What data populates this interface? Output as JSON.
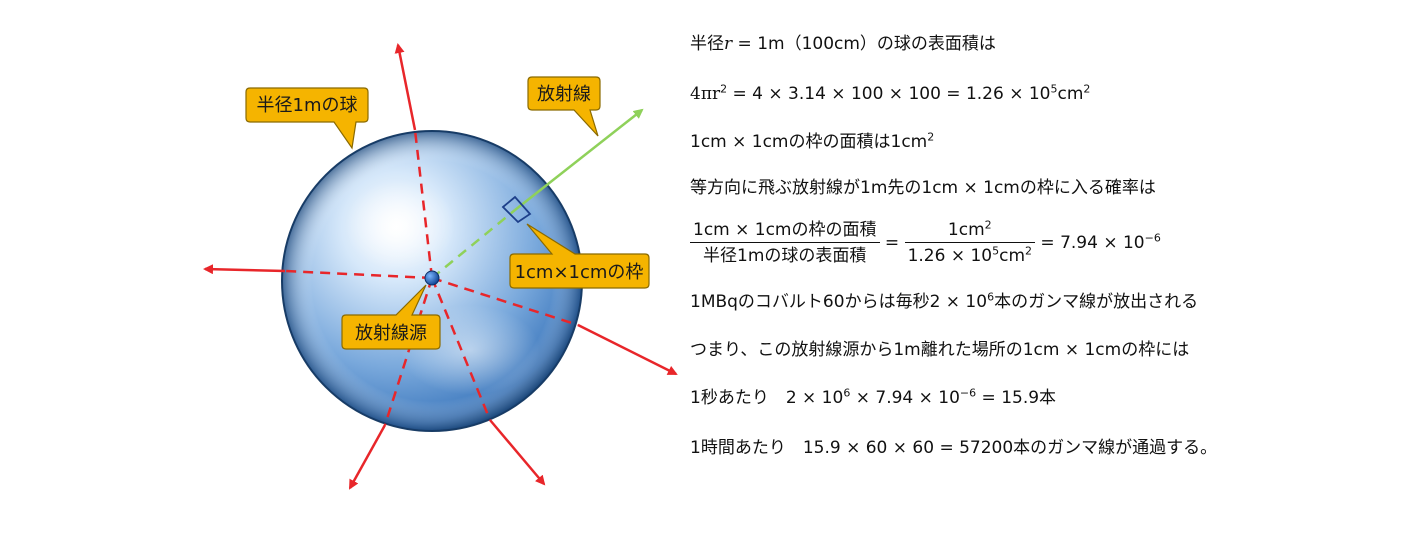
{
  "callouts": {
    "sphere": "半径1mの球",
    "radiation": "放射線",
    "frame": "1cm×1cmの枠",
    "source": "放射線源"
  },
  "colors": {
    "callout_fill": "#f5b400",
    "callout_stroke": "#8a6a00",
    "ray_red": "#e8262a",
    "ray_green": "#8fd15a",
    "sphere_light": "#e6f1fc",
    "sphere_dark": "#1f5fa3"
  },
  "explanation": {
    "l1_a": "半径",
    "l1_r": "r",
    "l1_b": " = 1m（100cm）の球の表面積は",
    "l2_a": "4πr",
    "l2_sup1": "2",
    "l2_b": " = 4 × 3.14 × 100 × 100 = 1.26 × 10",
    "l2_sup2": "5",
    "l2_c": "cm",
    "l2_sup3": "2",
    "l3_a": "1cm × 1cmの枠の面積は1cm",
    "l3_sup": "2",
    "l4": "等方向に飛ぶ放射線が1m先の1cm × 1cmの枠に入る確率は",
    "l5_num1": "1cm × 1cmの枠の面積",
    "l5_den1": "半径1mの球の表面積",
    "l5_eq1": " = ",
    "l5_num2_a": "1cm",
    "l5_num2_sup": "2",
    "l5_den2_a": "1.26 × 10",
    "l5_den2_sup": "5",
    "l5_den2_b": "cm",
    "l5_den2_sup2": "2",
    "l5_eq2": " = 7.94 × 10",
    "l5_sup": "−6",
    "l6_a": "1MBqのコバルト60からは毎秒2 × 10",
    "l6_sup": "6",
    "l6_b": "本のガンマ線が放出される",
    "l7": "つまり、この放射線源から1m離れた場所の1cm × 1cmの枠には",
    "l8_a": "1秒あたり　2 × 10",
    "l8_sup1": "6",
    "l8_b": " × 7.94 × 10",
    "l8_sup2": "−6",
    "l8_c": " = 15.9本",
    "l9": "1時間あたり　15.9 × 60 × 60 = 57200本のガンマ線が通過する。"
  }
}
